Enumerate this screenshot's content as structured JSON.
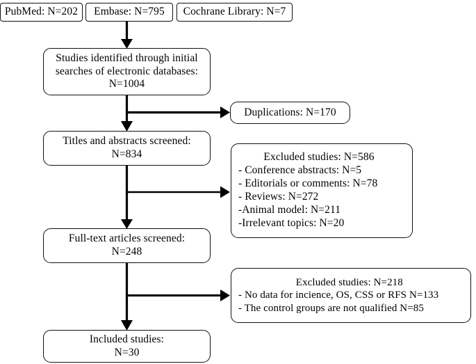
{
  "diagram": {
    "title": "PRISMA study selection flow diagram",
    "type": "flowchart",
    "stroke_color": "#111111",
    "background_color": "#ffffff",
    "sources": [
      {
        "id": "pubmed",
        "label": "PubMed: N=202"
      },
      {
        "id": "embase",
        "label": "Embase: N=795"
      },
      {
        "id": "cochrane",
        "label": "Cochrane Library: N=7"
      }
    ],
    "stages": [
      {
        "id": "identified",
        "lines": [
          "Studies identified through initial",
          "searches of electronic databases:",
          "N=1004"
        ]
      },
      {
        "id": "titles-abstracts",
        "lines": [
          "Titles and abstracts screened:",
          "N=834"
        ]
      },
      {
        "id": "full-text",
        "lines": [
          "Full-text articles screened:",
          "N=248"
        ]
      },
      {
        "id": "included",
        "lines": [
          "Included studies:",
          "N=30"
        ]
      }
    ],
    "exclusions": [
      {
        "id": "duplications",
        "lines": [
          "Duplications: N=170"
        ]
      },
      {
        "id": "excluded-screening",
        "lines": [
          " Excluded studies: N=586",
          "- Conference abstracts: N=5",
          "- Editorials or comments: N=78",
          "- Reviews: N=272",
          "-Animal model: N=211",
          "-Irrelevant topics: N=20"
        ]
      },
      {
        "id": "excluded-fulltext",
        "lines": [
          "  Excluded studies: N=218",
          "- No data for incience, OS, CSS or RFS N=133",
          "- The control groups are not qualified N=85"
        ]
      }
    ]
  }
}
